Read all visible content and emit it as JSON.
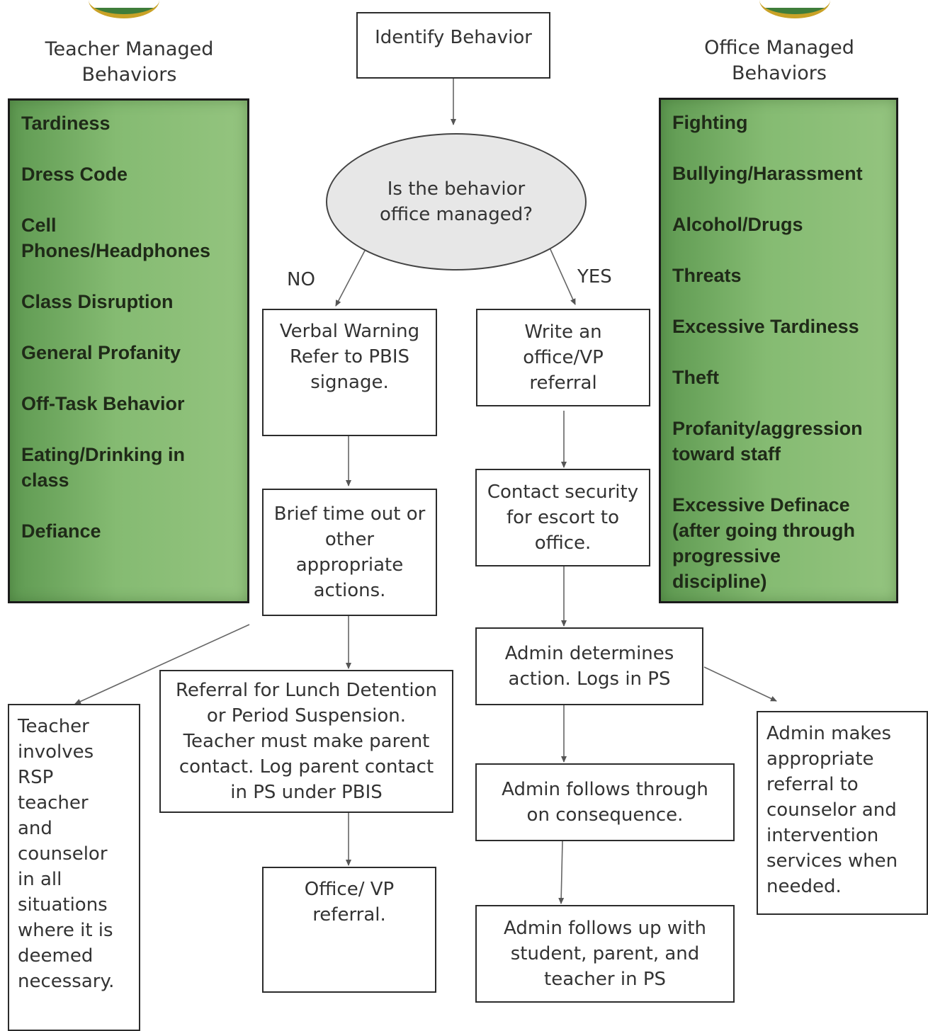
{
  "left_column": {
    "title": "Teacher Managed\nBehaviors",
    "items": [
      "Tardiness",
      "Dress Code",
      "Cell\nPhones/Headphones",
      "Class Disruption",
      "General Profanity",
      "Off-Task Behavior",
      "Eating/Drinking in\nclass",
      "Defiance"
    ]
  },
  "right_column": {
    "title": "Office  Managed\nBehaviors",
    "items": [
      "Fighting",
      "Bullying/Harassment",
      "Alcohol/Drugs",
      "Threats",
      "Excessive Tardiness",
      "Theft",
      "Profanity/aggression\ntoward staff",
      "Excessive Definace\n(after going through\nprogressive\ndiscipline)"
    ]
  },
  "flow": {
    "identify": "Identify Behavior",
    "decision": "Is the behavior\noffice managed?",
    "no_label": "NO",
    "yes_label": "YES",
    "verbal_warning": "Verbal Warning\nRefer to PBIS\nsignage.",
    "write_referral": "Write an\noffice/VP\nreferral",
    "brief_timeout": "Brief time out or\nother\nappropriate\nactions.",
    "contact_security": "Contact security\nfor escort to\noffice.",
    "lunch_detention": "Referral for Lunch Detention\nor Period Suspension.\nTeacher must make parent\ncontact. Log parent contact\nin PS under PBIS",
    "admin_determines": "Admin determines\naction. Logs in PS",
    "teacher_involves": "Teacher\ninvolves\nRSP\nteacher\nand\ncounselor\nin all\nsituations\nwhere it is\ndeemed\nnecessary.",
    "admin_follows_through": "Admin follows through\non consequence.",
    "admin_makes_referral": "Admin makes\nappropriate\nreferral to\ncounselor and\nintervention\nservices when\nneeded.",
    "office_vp_referral": "Office/ VP\nreferral.",
    "admin_follows_up": "Admin follows up with\nstudent, parent, and\nteacher in PS"
  }
}
